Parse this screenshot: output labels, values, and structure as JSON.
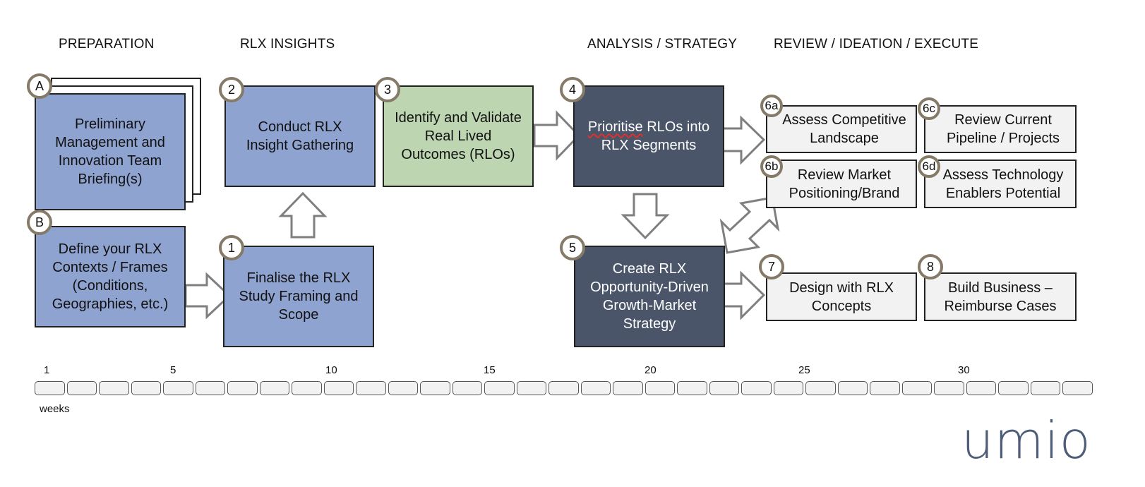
{
  "phases": {
    "preparation": "PREPARATION",
    "insights": "RLX INSIGHTS",
    "analysis": "ANALYSIS / STRATEGY",
    "review": "REVIEW / IDEATION / EXECUTE"
  },
  "steps": {
    "a": {
      "badge": "A",
      "text": "Preliminary Management and Innovation Team Briefing(s)"
    },
    "b": {
      "badge": "B",
      "text": "Define your RLX Contexts / Frames (Conditions, Geographies, etc.)"
    },
    "s1": {
      "badge": "1",
      "text": "Finalise the RLX Study Framing and Scope"
    },
    "s2": {
      "badge": "2",
      "text": "Conduct RLX Insight Gathering"
    },
    "s3": {
      "badge": "3",
      "text": "Identify and Validate Real Lived Outcomes (RLOs)"
    },
    "s4": {
      "badge": "4",
      "text_flagged": "Prioritise",
      "text": " RLOs into RLX Segments"
    },
    "s5": {
      "badge": "5",
      "text": "Create RLX Opportunity-Driven Growth-Market Strategy"
    },
    "s6a": {
      "badge": "6a",
      "text": "Assess Competitive Landscape"
    },
    "s6b": {
      "badge": "6b",
      "text": "Review Market Positioning/Brand"
    },
    "s6c": {
      "badge": "6c",
      "text": "Review Current Pipeline / Projects"
    },
    "s6d": {
      "badge": "6d",
      "text": "Assess Technology Enablers Potential"
    },
    "s7": {
      "badge": "7",
      "text": "Design with RLX Concepts"
    },
    "s8": {
      "badge": "8",
      "text": "Build Business – Reimburse Cases"
    }
  },
  "timeline": {
    "ticks": [
      "1",
      "5",
      "10",
      "15",
      "20",
      "25",
      "30"
    ],
    "week_count": 33,
    "unit_label": "weeks"
  },
  "logo": "umio",
  "colors": {
    "blue": "#8fa3d1",
    "green": "#bdd6b1",
    "dark": "#4a5569",
    "gray": "#f2f2f2",
    "badge_border": "#857a67",
    "logo": "#4e5d78"
  }
}
